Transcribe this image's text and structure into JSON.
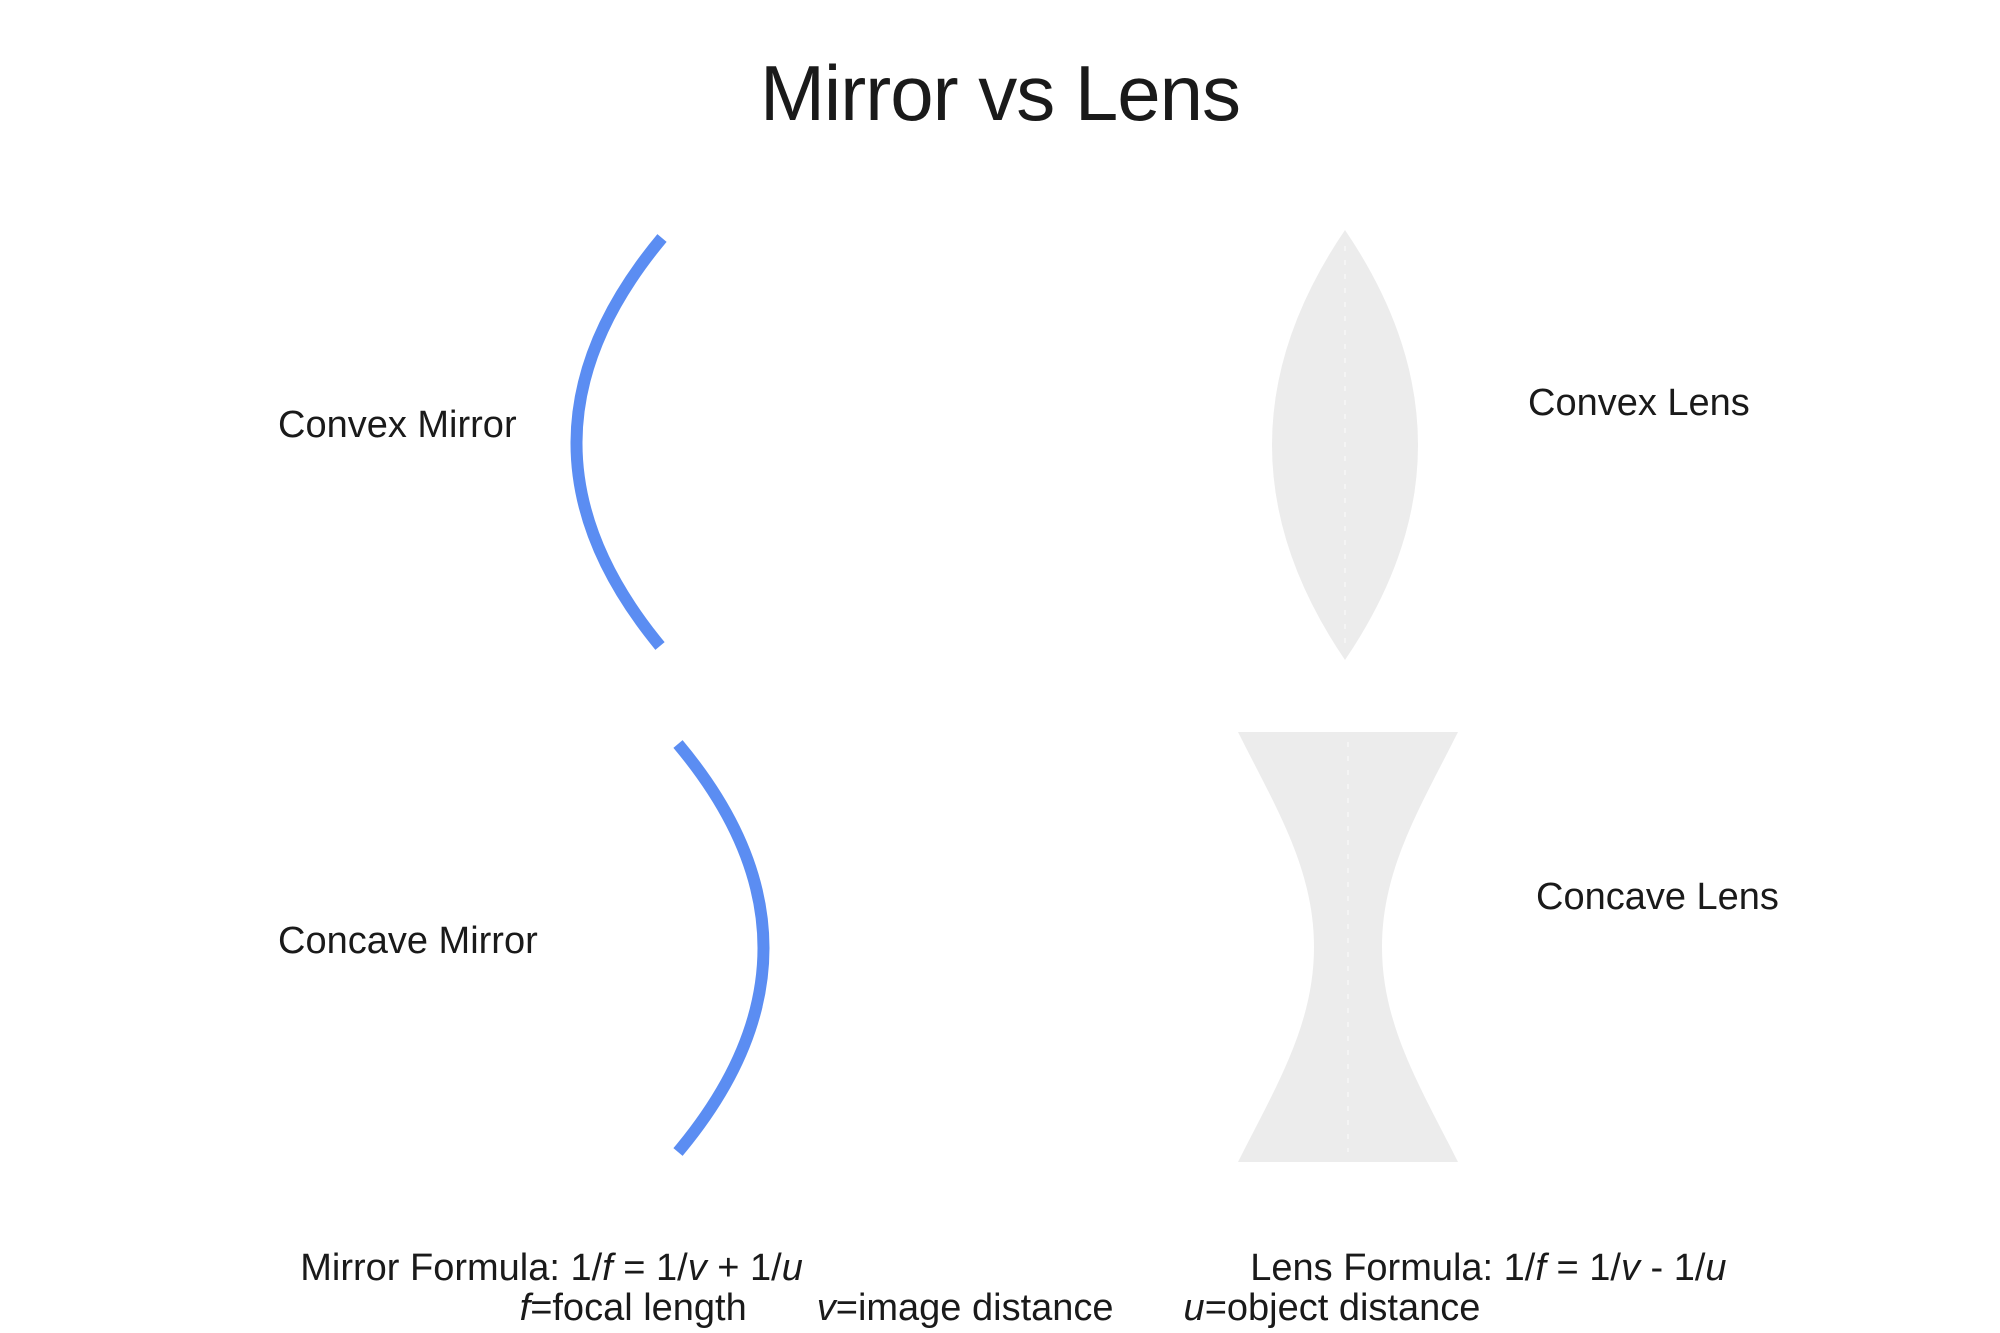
{
  "title": "Mirror vs Lens",
  "labels": {
    "convex_mirror": "Convex Mirror",
    "concave_mirror": "Concave Mirror",
    "convex_lens": "Convex Lens",
    "concave_lens": "Concave Lens"
  },
  "formulas": {
    "mirror": {
      "prefix": "Mirror Formula: 1/",
      "f": "f",
      "eq": " = 1/",
      "v": "v",
      "op": " + 1/",
      "u": "u"
    },
    "lens": {
      "prefix": "Lens Formula: 1/",
      "f": "f",
      "eq": " = 1/",
      "v": "v",
      "op": " - 1/",
      "u": "u"
    }
  },
  "legend": {
    "items": [
      {
        "symbol": "f",
        "desc": "=focal length"
      },
      {
        "symbol": "v",
        "desc": "=image distance"
      },
      {
        "symbol": "u",
        "desc": "=object distance"
      }
    ]
  },
  "colors": {
    "mirror_stroke": "#5b8df2",
    "lens_fill": "#ececec",
    "lens_axis": "#f4f4f4",
    "text": "#1a1a1a",
    "background": "#ffffff"
  },
  "shapes": {
    "convex_mirror": "blue arc opening right, reflective side bulging left",
    "concave_mirror": "blue arc opening left, bulging right",
    "convex_lens": "light gray biconvex lens (vesica) shape",
    "concave_lens": "light gray biconcave hourglass shape"
  }
}
